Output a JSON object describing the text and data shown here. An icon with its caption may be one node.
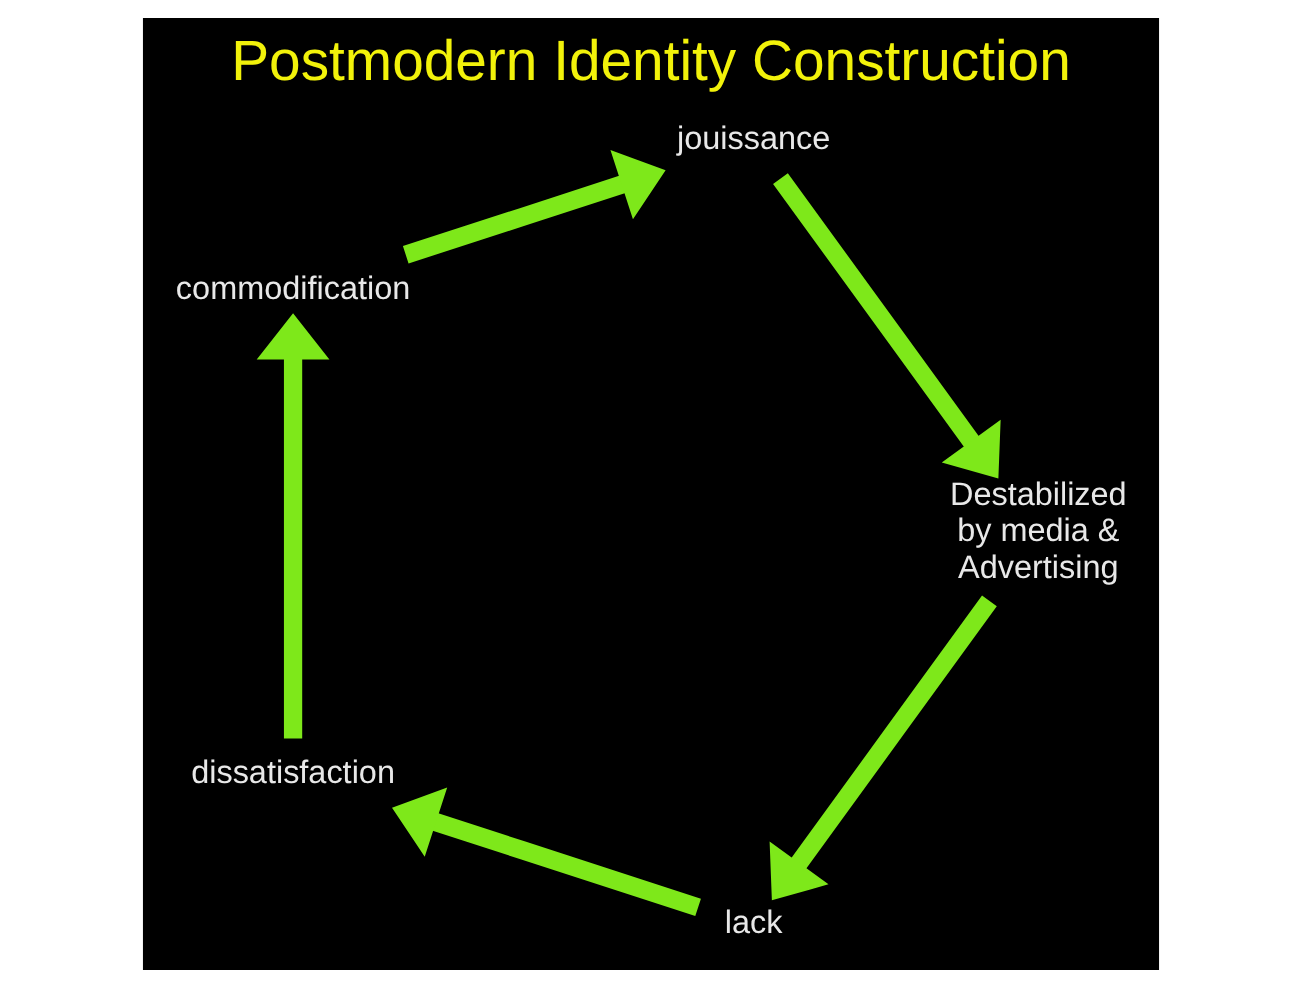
{
  "diagram": {
    "title": "Postmodern Identity Construction",
    "nodes": [
      {
        "text": [
          "lack"
        ]
      },
      {
        "text": [
          "dissatisfaction"
        ]
      },
      {
        "text": [
          "Destabilized by media & Advertising"
        ]
      },
      {
        "text": [
          "commodification"
        ]
      },
      {
        "text": [
          "jouissance"
        ]
      }
    ],
    "edges": [
      {
        "from": 0,
        "to": 1,
        "arrow": "to"
      },
      {
        "from": 1,
        "to": 3,
        "arrow": "to"
      },
      {
        "from": 3,
        "to": 4,
        "arrow": "to"
      },
      {
        "from": 4,
        "to": 2,
        "arrow": "to"
      },
      {
        "from": 2,
        "to": 0,
        "arrow": "to"
      }
    ]
  }
}
